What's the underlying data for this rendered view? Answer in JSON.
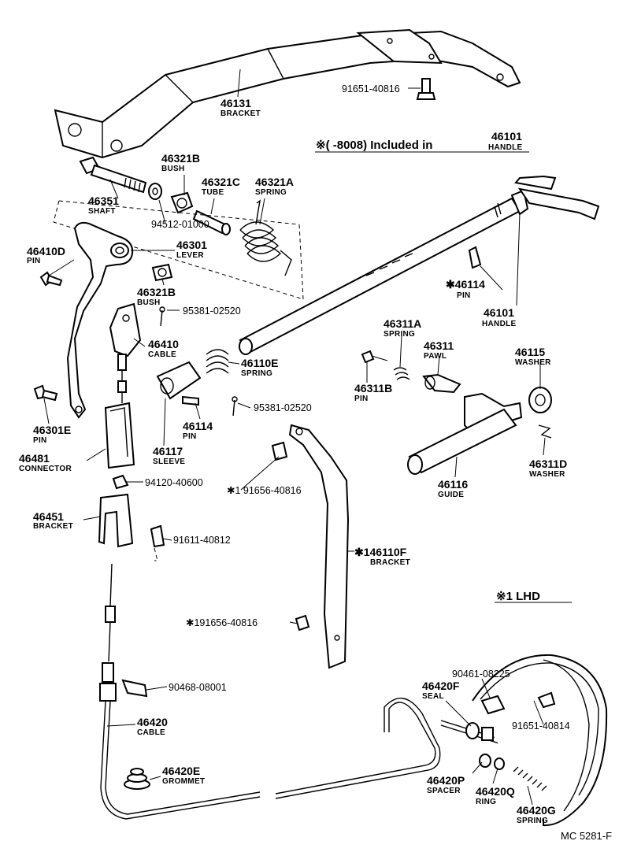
{
  "note_included": "※(  -8008) Included in",
  "note_handle_num": "46101",
  "note_handle_name": "HANDLE",
  "lhd_label": "※1 LHD",
  "footer_code": "MC 5281-F",
  "labels": {
    "bracket_46131_num": "46131",
    "bracket_46131_name": "BRACKET",
    "bolt_91651_a": "91651-40816",
    "bush_46321b_top_num": "46321B",
    "bush_46321b_top_name": "BUSH",
    "tube_num": "46321C",
    "tube_name": "TUBE",
    "spring_46321a_num": "46321A",
    "spring_46321a_name": "SPRING",
    "shaft_num": "46351",
    "shaft_name": "SHAFT",
    "washer_94512": "94512-01000",
    "pin_46410d_num": "46410D",
    "pin_46410d_name": "PIN",
    "lever_num": "46301",
    "lever_name": "LEVER",
    "bush_46321b_bot_num": "46321B",
    "bush_46321b_bot_name": "BUSH",
    "pin_95381_a": "95381-02520",
    "cable_46410_num": "46410",
    "cable_46410_name": "CABLE",
    "spring_46110e_num": "46110E",
    "spring_46110e_name": "SPRING",
    "pin_46114_top_num": "✱46114",
    "pin_46114_top_name": "PIN",
    "handle_num": "46101",
    "handle_name": "HANDLE",
    "spring_46311a_num": "46311A",
    "spring_46311a_name": "SPRING",
    "pawl_num": "46311",
    "pawl_name": "PAWL",
    "washer_46115_num": "46115",
    "washer_46115_name": "WASHER",
    "pin_46311b_num": "46311B",
    "pin_46311b_name": "PIN",
    "pin_46301e_num": "46301E",
    "pin_46301e_name": "PIN",
    "pin_46114_bot_num": "46114",
    "pin_46114_bot_name": "PIN",
    "pin_95381_b": "95381-02520",
    "sleeve_num": "46117",
    "sleeve_name": "SLEEVE",
    "connector_num": "46481",
    "connector_name": "CONNECTOR",
    "nut_94120": "94120-40600",
    "bolt_91656_a": "✱1  91656-40816",
    "guide_num": "46116",
    "guide_name": "GUIDE",
    "washer_46311d_num": "46311D",
    "washer_46311d_name": "WASHER",
    "bracket_46451_num": "46451",
    "bracket_46451_name": "BRACKET",
    "bolt_91611": "91611-40812",
    "bracket_46110f_num": "✱146110F",
    "bracket_46110f_name": "BRACKET",
    "bolt_91656_b": "✱191656-40816",
    "clip_90468": "90468-08001",
    "clamp_90461": "90461-08225",
    "seal_num": "46420F",
    "seal_name": "SEAL",
    "bolt_91651_b": "91651-40814",
    "cable_46420_num": "46420",
    "cable_46420_name": "CABLE",
    "grommet_num": "46420E",
    "grommet_name": "GROMMET",
    "spacer_num": "46420P",
    "spacer_name": "SPACER",
    "ring_num": "46420Q",
    "ring_name": "RING",
    "spring_46420g_num": "46420G",
    "spring_46420g_name": "SPRING"
  }
}
